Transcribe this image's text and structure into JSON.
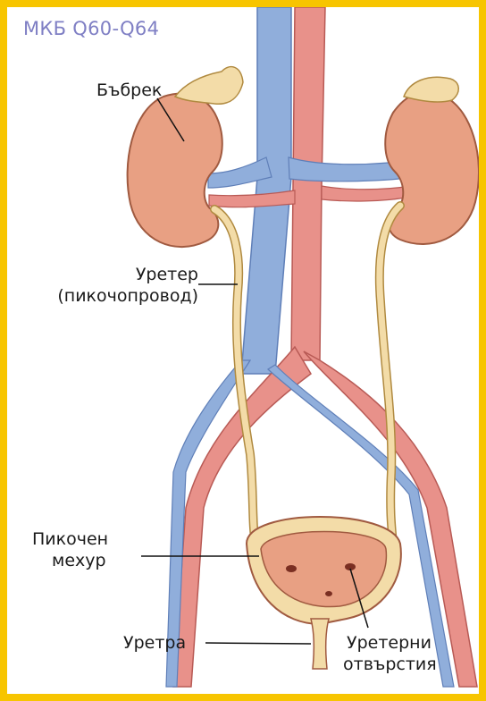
{
  "header": {
    "code": "МКБ Q60-Q64"
  },
  "labels": {
    "kidney": "Бъбрек",
    "ureter_line1": "Уретер",
    "ureter_line2": "(пикочопровод)",
    "bladder_line1": "Пикочен",
    "bladder_line2": "мехур",
    "urethra": "Уретра",
    "orifices_line1": "Уретерни",
    "orifices_line2": "отвърстия"
  },
  "colors": {
    "border": "#f7c500",
    "code_text": "#7f7fc4",
    "artery": "#e8918a",
    "vein": "#90aedb",
    "kidney": "#e8a083",
    "ureter": "#f3dca8"
  }
}
